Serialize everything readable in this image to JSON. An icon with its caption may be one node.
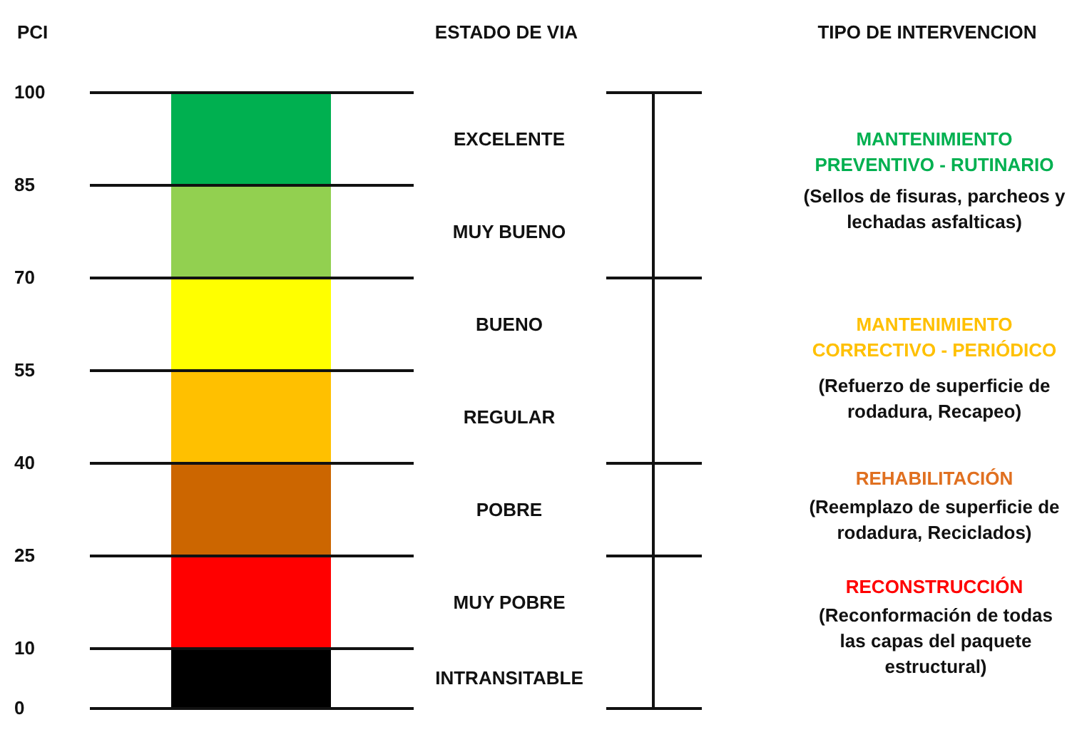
{
  "diagram": {
    "labels": [
      "PCI",
      "ESTADO DE VIA",
      "TIPO DE INTERVENCION",
      "100",
      "85",
      "70",
      "55",
      "40",
      "25",
      "10",
      "0",
      "EXCELENTE",
      "MUY BUENO",
      "BUENO",
      "REGULAR",
      "POBRE",
      "MUY POBRE",
      "INTRANSITABLE",
      "MANTENIMIENTO PREVENTIVO - RUTINARIO",
      "(Sellos de fisuras, parcheos y lechadas asfalticas)",
      "MANTENIMIENTO CORRECTIVO - PERIÓDICO",
      "(Refuerzo de superficie de rodadura, Recapeo)",
      "REHABILITACIÓN",
      "(Reemplazo de superficie de rodadura, Reciclados)",
      "RECONSTRUCCIÓN",
      "(Reconformación de todas las capas del paquete estructural)"
    ]
  }
}
